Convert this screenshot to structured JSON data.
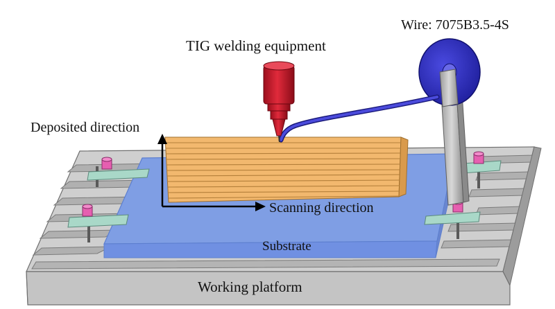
{
  "labels": {
    "wire": "Wire: 7075B3.5-4S",
    "tig": "TIG welding equipment",
    "deposited_direction": "Deposited direction",
    "scanning_direction": "Scanning direction",
    "substrate": "Substrate",
    "working_platform": "Working platform"
  },
  "colors": {
    "platform_top": "#d2d2d2",
    "platform_side": "#b9b9b9",
    "substrate": "#7f9ee4",
    "substrate_edge": "#6e8fe0",
    "deposit": "#f2b86e",
    "deposit_stripe": "#b47f3a",
    "torch": "#c81d2d",
    "wire_spool": "#2f2fc4",
    "clamp": "#a9d8c8",
    "bolt": "#e65fb0",
    "axis": "#000000"
  }
}
